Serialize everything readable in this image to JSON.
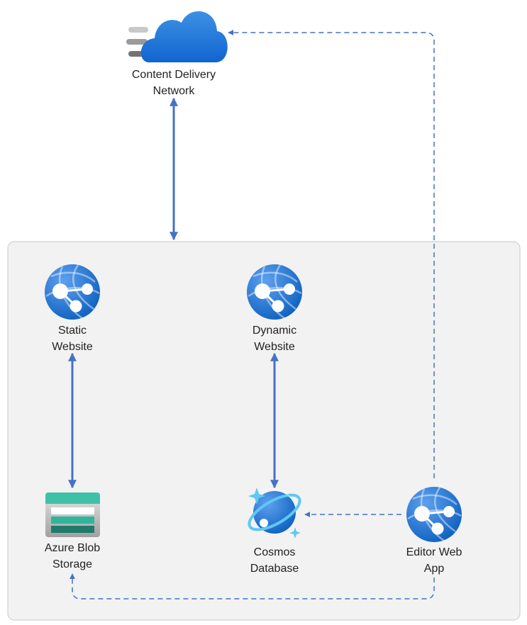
{
  "colors": {
    "arrow": "#4472c4",
    "group_fill": "#f2f2f2",
    "group_stroke": "#d0d0d0",
    "label": "#222222"
  },
  "nodes": {
    "cdn": {
      "icon": "cloud-icon",
      "line1": "Content Delivery",
      "line2": "Network"
    },
    "static_site": {
      "icon": "app-service-icon",
      "line1": "Static",
      "line2": "Website"
    },
    "dynamic_site": {
      "icon": "app-service-icon",
      "line1": "Dynamic",
      "line2": "Website"
    },
    "blob_storage": {
      "icon": "storage-icon",
      "line1": "Azure Blob",
      "line2": "Storage"
    },
    "cosmos_db": {
      "icon": "cosmos-db-icon",
      "line1": "Cosmos",
      "line2": "Database"
    },
    "editor_app": {
      "icon": "app-service-icon",
      "line1": "Editor Web",
      "line2": "App"
    }
  },
  "connections": [
    {
      "from": "cdn",
      "to": "group",
      "style": "solid",
      "direction": "both"
    },
    {
      "from": "static_site",
      "to": "blob_storage",
      "style": "solid",
      "direction": "both"
    },
    {
      "from": "dynamic_site",
      "to": "cosmos_db",
      "style": "solid",
      "direction": "both"
    },
    {
      "from": "editor_app",
      "to": "cosmos_db",
      "style": "dashed",
      "direction": "forward"
    },
    {
      "from": "editor_app",
      "to": "cdn",
      "style": "dashed",
      "direction": "forward"
    },
    {
      "from": "editor_app",
      "to": "blob_storage",
      "style": "dashed",
      "direction": "forward"
    }
  ]
}
